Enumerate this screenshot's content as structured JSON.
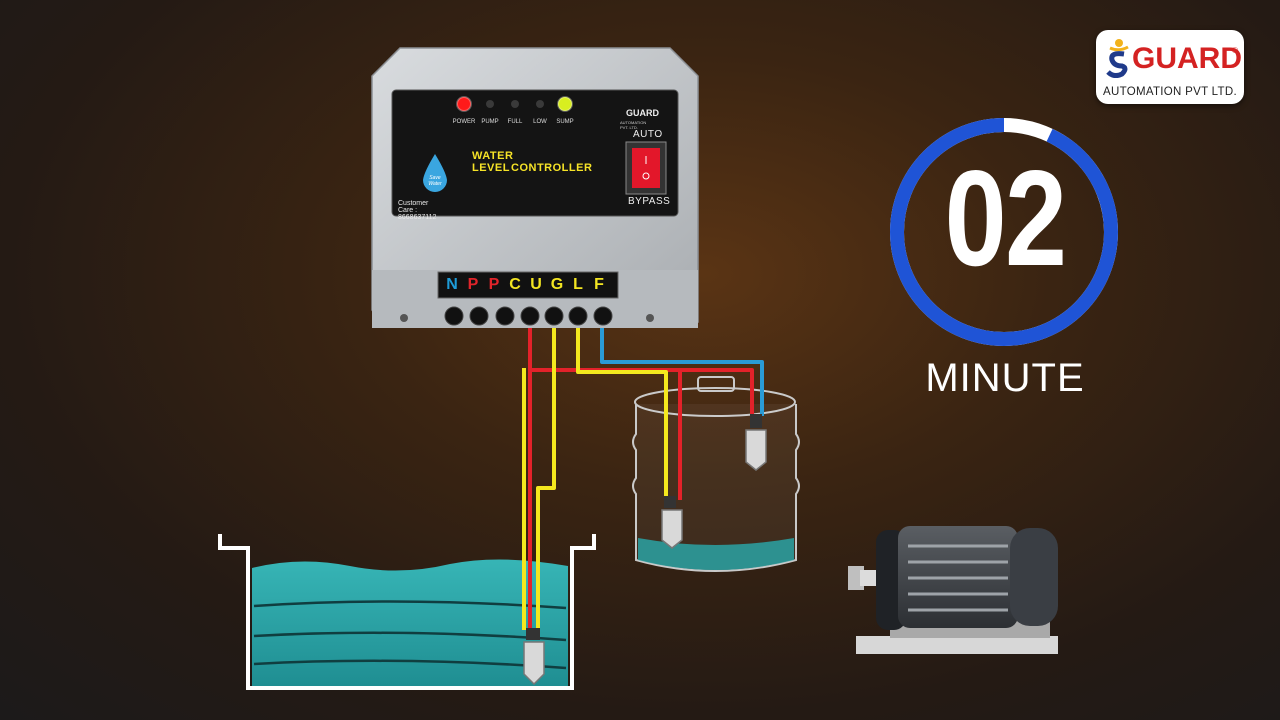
{
  "brand": {
    "name": "GUARD",
    "registered_mark": "®",
    "tagline": "AUTOMATION PVT LTD."
  },
  "timer": {
    "value": "02",
    "unit": "MINUTE",
    "progress_fraction": 0.93
  },
  "controller": {
    "indicators": [
      {
        "label": "POWER",
        "state": "on",
        "color": "#ff1a1a"
      },
      {
        "label": "PUMP",
        "state": "off",
        "color": "#3a3a3a"
      },
      {
        "label": "FULL",
        "state": "off",
        "color": "#3a3a3a"
      },
      {
        "label": "LOW",
        "state": "off",
        "color": "#3a3a3a"
      },
      {
        "label": "SUMP",
        "state": "on",
        "color": "#d8ee20"
      }
    ],
    "title_line1": "WATER LEVEL",
    "title_line2": "CONTROLLER",
    "brand_label": "GUARD",
    "brand_sub": "AUTOMATION PVT. LTD.",
    "drop_label": "Save Water",
    "customer_care": "Customer Care : 8668637112",
    "switch_top": "AUTO",
    "switch_bottom": "BYPASS",
    "terminals": [
      {
        "label": "N",
        "color": "#1e9bd7"
      },
      {
        "label": "P",
        "color": "#e0242a"
      },
      {
        "label": "P",
        "color": "#e0242a"
      },
      {
        "label": "C",
        "color": "#f3e522"
      },
      {
        "label": "U",
        "color": "#f3e522"
      },
      {
        "label": "G",
        "color": "#f3e522"
      },
      {
        "label": "L",
        "color": "#f3e522"
      },
      {
        "label": "F",
        "color": "#f3e522"
      }
    ]
  },
  "colors": {
    "water": "#2aa3a5",
    "wire_red": "#e3222a",
    "wire_yellow": "#f4e81e",
    "wire_blue": "#2a9bd6",
    "timer_ring": "#1f54d6"
  }
}
